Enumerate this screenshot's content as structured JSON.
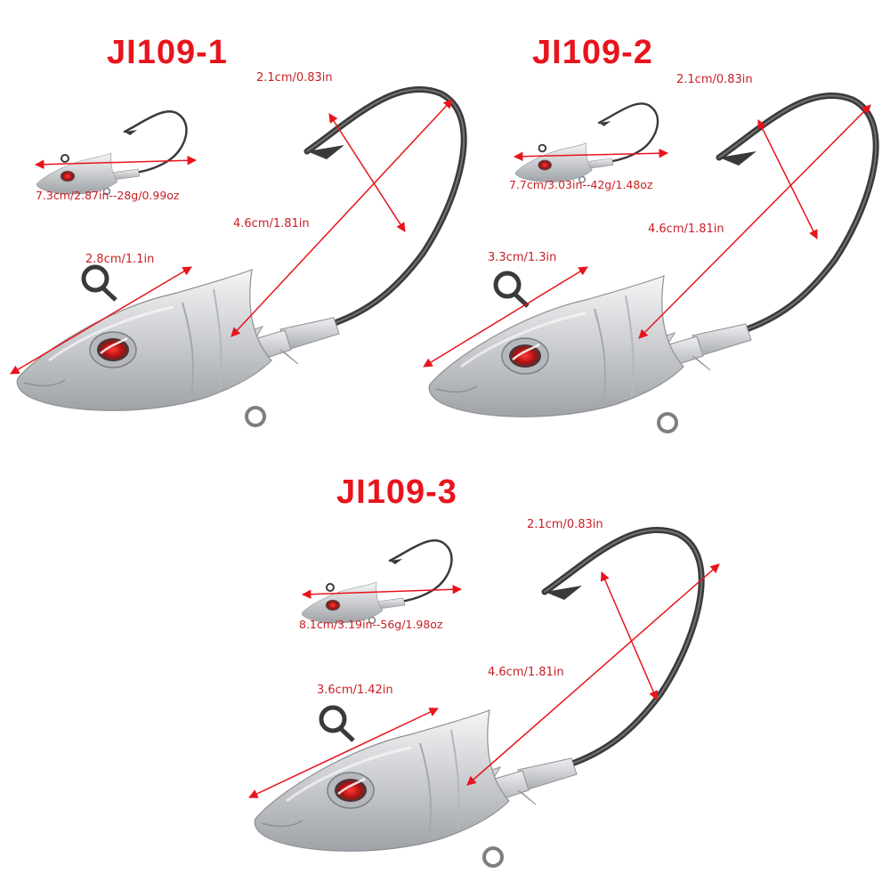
{
  "colors": {
    "title": "#e8141c",
    "label": "#c81e24",
    "arrow": "#e8141c",
    "hook": "#3c3c3c",
    "body": "#c9cbce"
  },
  "products": [
    {
      "model": "JI109-1",
      "spec": "7.3cm/2.87in--28g/0.99oz",
      "gap": "2.1cm/0.83in",
      "shank": "4.6cm/1.81in",
      "head": "2.8cm/1.1in"
    },
    {
      "model": "JI109-2",
      "spec": "7.7cm/3.03in--42g/1.48oz",
      "gap": "2.1cm/0.83in",
      "shank": "4.6cm/1.81in",
      "head": "3.3cm/1.3in"
    },
    {
      "model": "JI109-3",
      "spec": "8.1cm/3.19in--56g/1.98oz",
      "gap": "2.1cm/0.83in",
      "shank": "4.6cm/1.81in",
      "head": "3.6cm/1.42in"
    }
  ]
}
